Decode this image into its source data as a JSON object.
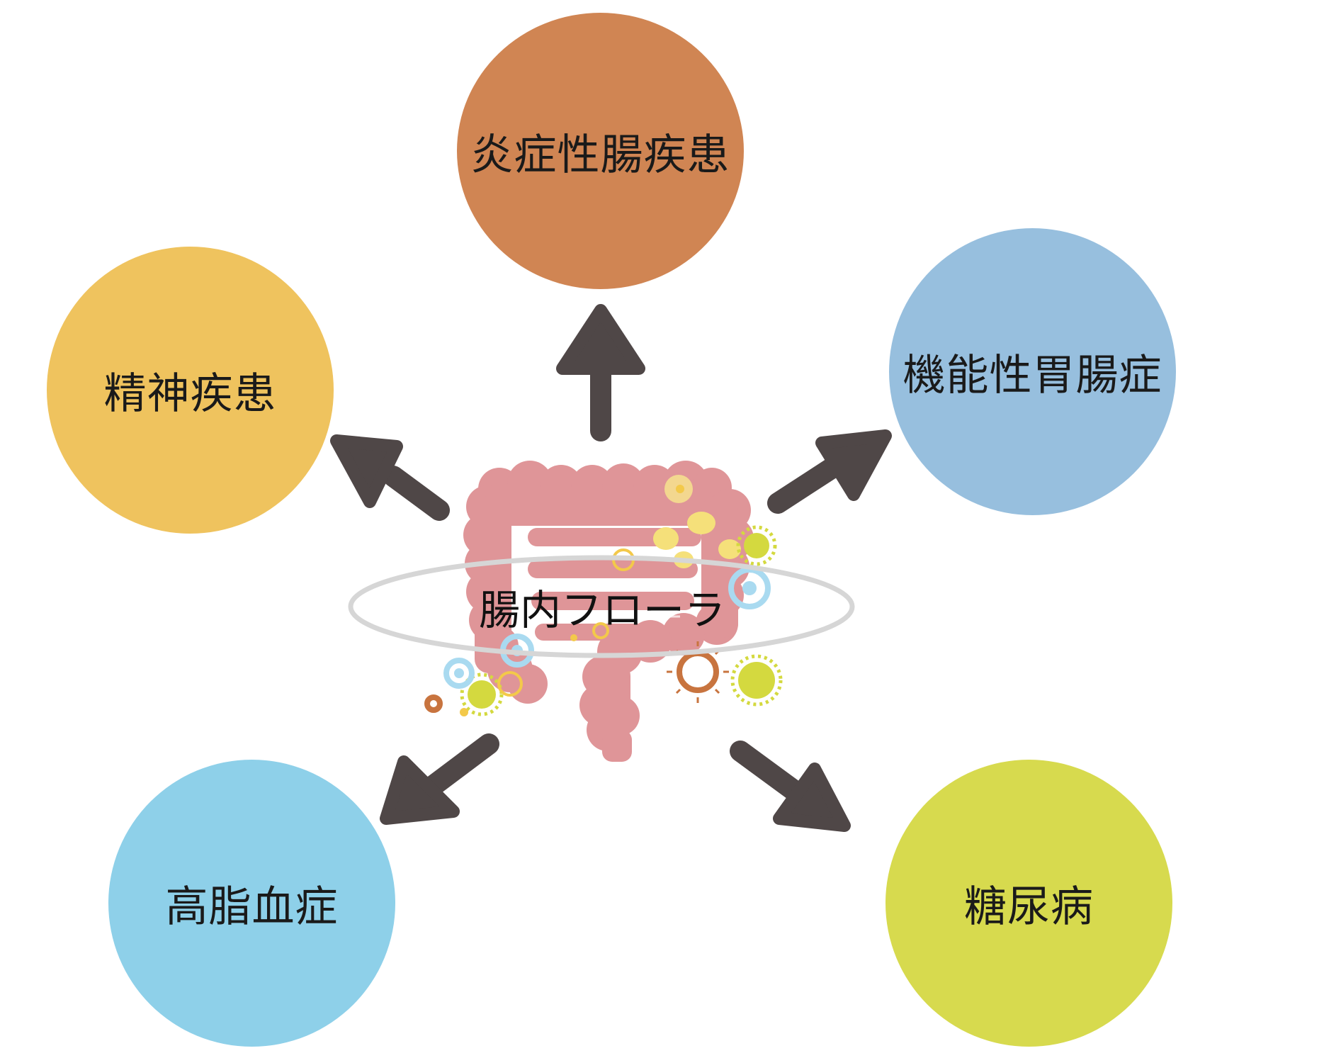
{
  "center": {
    "label": "腸内フローラ"
  },
  "diseases": {
    "top": {
      "label": "炎症性腸疾患",
      "color": "#D08553"
    },
    "left": {
      "label": "精神疾患",
      "color": "#EFC35E"
    },
    "right": {
      "label": "機能性胃腸症",
      "color": "#97BFDE"
    },
    "bottom_left": {
      "label": "高脂血症",
      "color": "#8ED0E9"
    },
    "bottom_right": {
      "label": "糖尿病",
      "color": "#D7DA4E"
    }
  },
  "colors": {
    "arrow": "#4F4747",
    "intestine": "#DF9598",
    "ring": "#D6D6D6"
  },
  "icons": {
    "organ": "large-intestine-icon",
    "bacteria": "bacteria-cluster-icon"
  }
}
